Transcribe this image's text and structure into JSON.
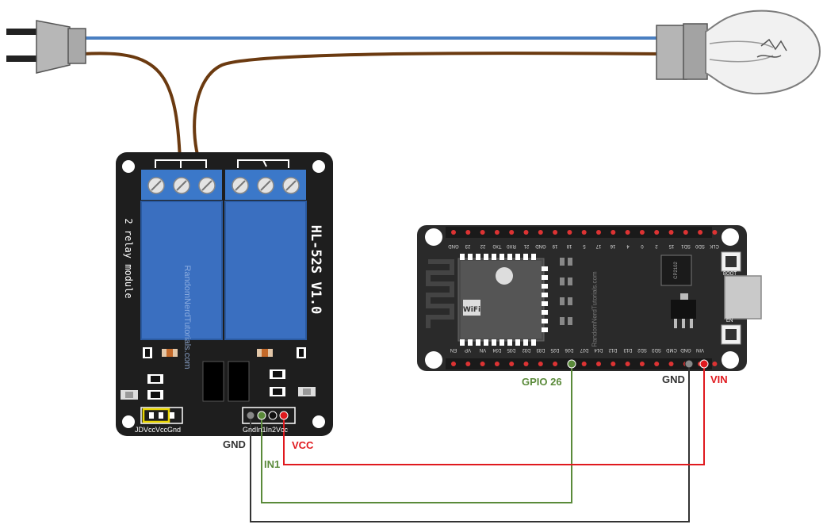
{
  "relay": {
    "title": "HL-52S V1.0",
    "subtitle": "2 relay module",
    "watermark": "RandomNerdTutorials.com",
    "jumper_label": "JDVccVccGnd",
    "pin_label": "GndIn1In2Vcc"
  },
  "esp32": {
    "watermark": "RandomNerdTutorials.com",
    "boot_label": "BOOT",
    "en_label": "EN",
    "chip_label": "CP2102",
    "top_pins": [
      "GND",
      "23",
      "22",
      "TX0",
      "RX0",
      "21",
      "GND",
      "19",
      "18",
      "5",
      "17",
      "16",
      "4",
      "0",
      "2",
      "15",
      "SD1",
      "SD0",
      "CLK"
    ],
    "bottom_pins": [
      "EN",
      "VP",
      "VN",
      "D34",
      "D35",
      "D32",
      "D33",
      "D25",
      "D26",
      "D27",
      "D14",
      "D12",
      "D13",
      "SD2",
      "SD3",
      "CMD",
      "GND",
      "VIN"
    ]
  },
  "labels": {
    "gnd_relay": "GND",
    "in1": "IN1",
    "vcc": "VCC",
    "gpio26": "GPIO 26",
    "gnd_esp": "GND",
    "vin": "VIN"
  },
  "colors": {
    "gnd_wire": "#333333",
    "signal_wire": "#5a8a3a",
    "power_wire": "#e0191e",
    "mains_neutral": "#4a7fc1",
    "mains_live": "#6b3a10",
    "relay_blue": "#3a6fc0"
  }
}
